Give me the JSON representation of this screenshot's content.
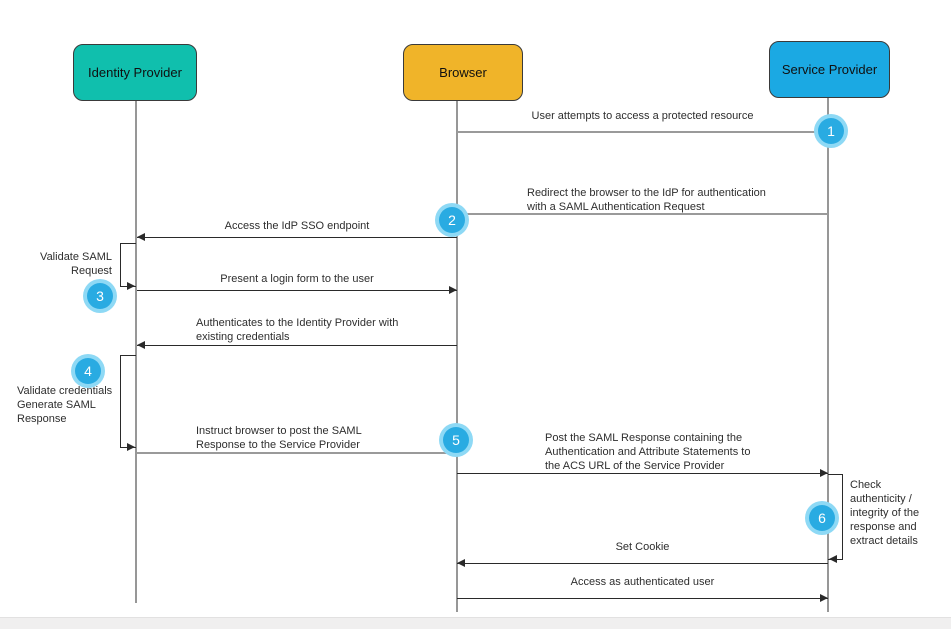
{
  "diagram_type": "sequence-diagram",
  "actors": {
    "idp": {
      "label": "Identity Provider",
      "color": "#10bfad"
    },
    "browser": {
      "label": "Browser",
      "color": "#f0b429"
    },
    "sp": {
      "label": "Service Provider",
      "color": "#1ba9e3"
    }
  },
  "messages": {
    "m1": {
      "text": "User attempts to access a protected resource",
      "from": "Browser",
      "to": "Service Provider",
      "step": "1"
    },
    "m2": {
      "text": "Redirect the browser to the IdP for authentication\nwith a SAML Authentication Request",
      "from": "Service Provider",
      "to": "Browser",
      "step": "2"
    },
    "m3": {
      "text": "Access the IdP SSO endpoint",
      "from": "Browser",
      "to": "Identity Provider"
    },
    "m4": {
      "text": "Validate SAML\nRequest",
      "from": "Identity Provider",
      "to": "Identity Provider",
      "step": "3"
    },
    "m5": {
      "text": "Present a login form to the user",
      "from": "Identity Provider",
      "to": "Browser"
    },
    "m6": {
      "text": "Authenticates to the Identity Provider with\nexisting credentials",
      "from": "Browser",
      "to": "Identity Provider"
    },
    "m7": {
      "text": "Validate credentials\nGenerate SAML\nResponse",
      "from": "Identity Provider",
      "to": "Identity Provider",
      "step": "4"
    },
    "m8": {
      "text": "Instruct browser to post the SAML\nResponse to the Service Provider",
      "from": "Identity Provider",
      "to": "Browser",
      "step": "5"
    },
    "m9": {
      "text": "Post the SAML Response containing the\nAuthentication and Attribute Statements to\nthe ACS URL of the Service Provider",
      "from": "Browser",
      "to": "Service Provider"
    },
    "m10": {
      "text": "Check\nauthenticity /\nintegrity of the\nresponse and\nextract details",
      "from": "Service Provider",
      "to": "Service Provider",
      "step": "6"
    },
    "m11": {
      "text": "Set Cookie",
      "from": "Service Provider",
      "to": "Browser"
    },
    "m12": {
      "text": "Access as authenticated user",
      "from": "Browser",
      "to": "Service Provider"
    }
  },
  "badges": {
    "b1": "1",
    "b2": "2",
    "b3": "3",
    "b4": "4",
    "b5": "5",
    "b6": "6"
  },
  "badge_colors": {
    "fill": "#29abe2",
    "ring": "#8ed9f5",
    "number": "#ffffff"
  }
}
